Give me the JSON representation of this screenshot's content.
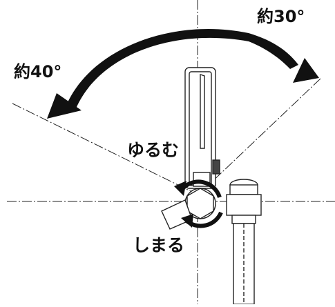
{
  "labels": {
    "angle_right": "約30°",
    "angle_left": "約40°",
    "loosen": "ゆるむ",
    "tighten": "しまる"
  },
  "colors": {
    "ink": "#111111",
    "background": "#ffffff"
  },
  "icons": {
    "swing_arrow": "double-headed-curved-arrow",
    "loosen_arrow": "counterclockwise-arrow",
    "tighten_arrow": "clockwise-arrow"
  }
}
